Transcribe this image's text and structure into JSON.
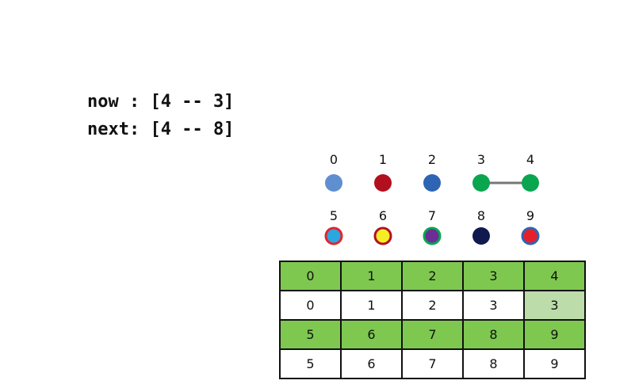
{
  "status": {
    "now": "now : [4 -- 3]",
    "next": "next: [4 -- 8]"
  },
  "nodes": [
    {
      "label": "0",
      "fill": "#5f8fcf",
      "ring": null
    },
    {
      "label": "1",
      "fill": "#b2101f",
      "ring": null
    },
    {
      "label": "2",
      "fill": "#2e64b4",
      "ring": null
    },
    {
      "label": "3",
      "fill": "#0aa54f",
      "ring": null
    },
    {
      "label": "4",
      "fill": "#0aa54f",
      "ring": null
    },
    {
      "label": "5",
      "fill": "#2aa6e0",
      "ring": "#e0262e"
    },
    {
      "label": "6",
      "fill": "#f5ee26",
      "ring": "#b2101f"
    },
    {
      "label": "7",
      "fill": "#6b2d96",
      "ring": "#0aa54f"
    },
    {
      "label": "8",
      "fill": "#111a4f",
      "ring": null
    },
    {
      "label": "9",
      "fill": "#e6202a",
      "ring": "#2e64b4"
    }
  ],
  "edges": [
    {
      "from": "3",
      "to": "4",
      "color": "#777777"
    }
  ],
  "table": {
    "rows": [
      {
        "kind": "index",
        "cells": [
          "0",
          "1",
          "2",
          "3",
          "4"
        ]
      },
      {
        "kind": "parent",
        "cells": [
          "0",
          "1",
          "2",
          "3",
          "3"
        ],
        "highlight": [
          4
        ]
      },
      {
        "kind": "index",
        "cells": [
          "5",
          "6",
          "7",
          "8",
          "9"
        ]
      },
      {
        "kind": "parent",
        "cells": [
          "5",
          "6",
          "7",
          "8",
          "9"
        ],
        "highlight": []
      }
    ]
  },
  "colors": {
    "index_row": "#7ec850",
    "highlight_cell": "#bcdcaa",
    "edge": "#777777"
  }
}
